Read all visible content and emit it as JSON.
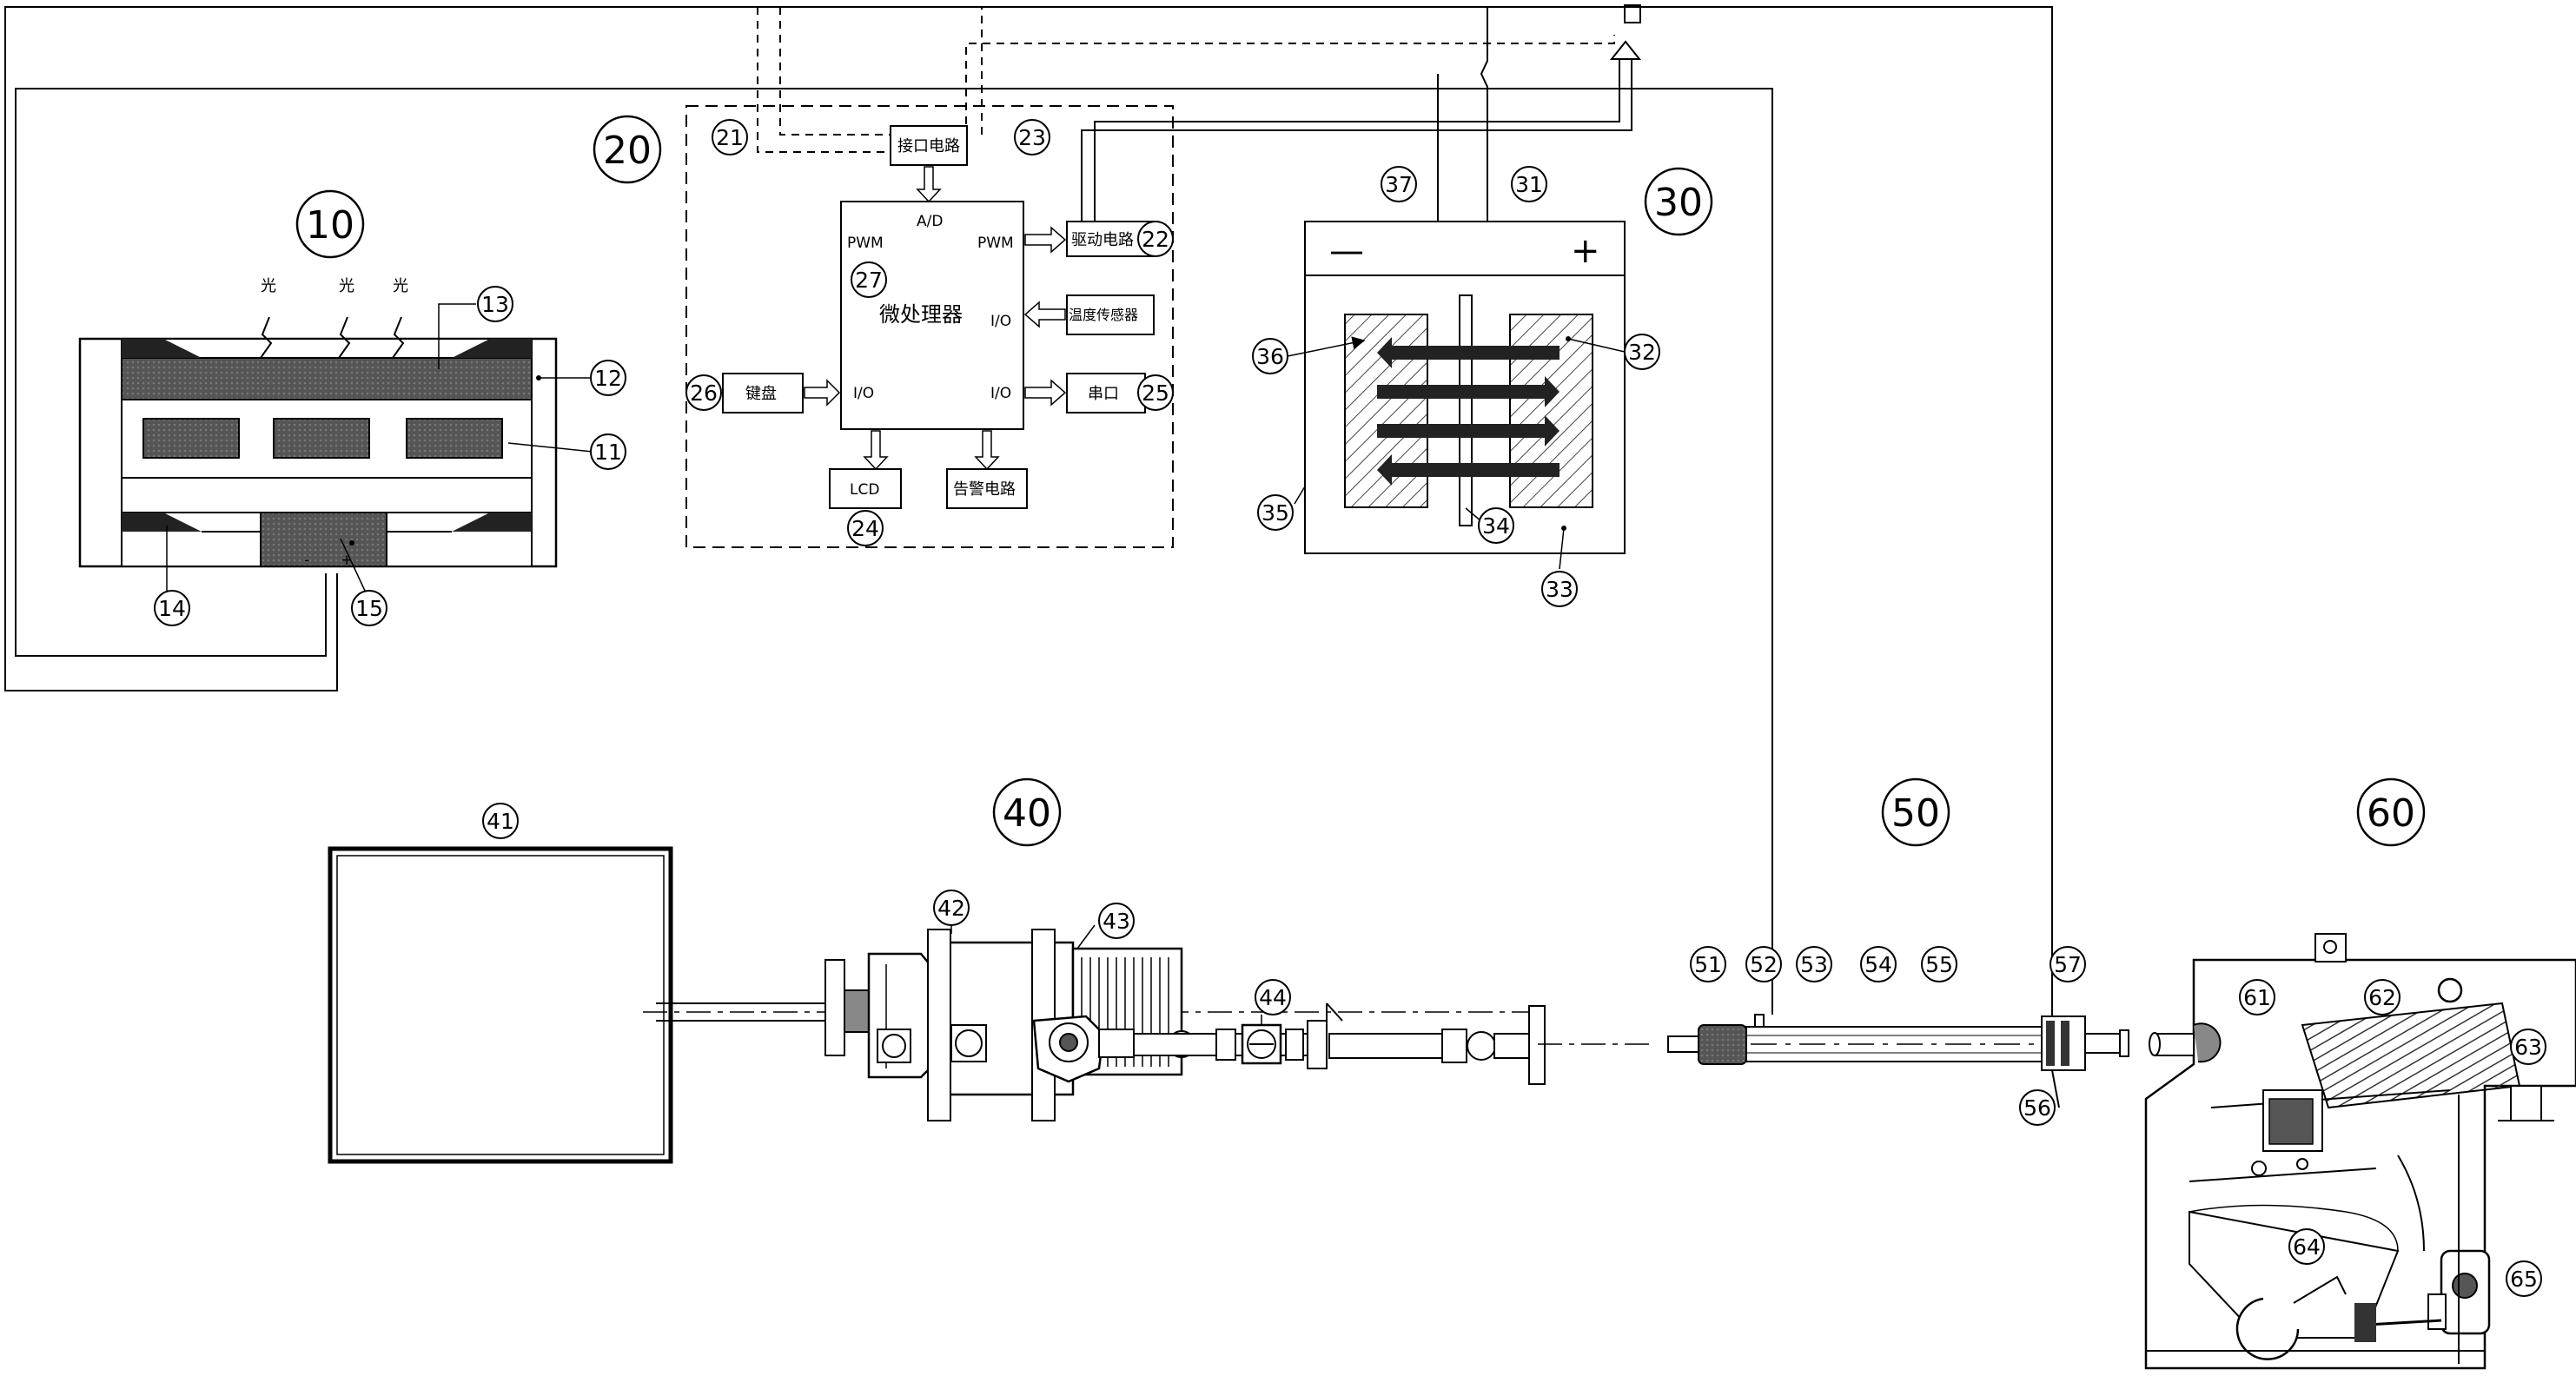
{
  "section_labels": [
    "10",
    "20",
    "30",
    "40",
    "50",
    "60"
  ],
  "module10": {
    "light_text": "光",
    "parts": [
      "11",
      "12",
      "13",
      "14",
      "15"
    ],
    "minus": "-",
    "plus": "+"
  },
  "module20": {
    "parts": [
      "21",
      "22",
      "23",
      "24",
      "25",
      "26",
      "27"
    ],
    "interface_circuit": "接口电路",
    "drive_circuit": "驱动电路",
    "temp_sensor": "温度传感器",
    "serial_port": "串口",
    "keyboard": "键盘",
    "lcd": "LCD",
    "alarm_circuit": "告警电路",
    "microprocessor": "微处理器",
    "ad": "A/D",
    "pwm": "PWM",
    "io": "I/O"
  },
  "module30": {
    "parts": [
      "31",
      "32",
      "33",
      "34",
      "35",
      "36",
      "37"
    ],
    "minus": "—",
    "plus": "+"
  },
  "module40": {
    "parts": [
      "41",
      "42",
      "43",
      "44"
    ]
  },
  "module50": {
    "parts": [
      "51",
      "52",
      "53",
      "54",
      "55",
      "56",
      "57"
    ]
  },
  "module60": {
    "parts": [
      "61",
      "62",
      "63",
      "64",
      "65"
    ]
  }
}
